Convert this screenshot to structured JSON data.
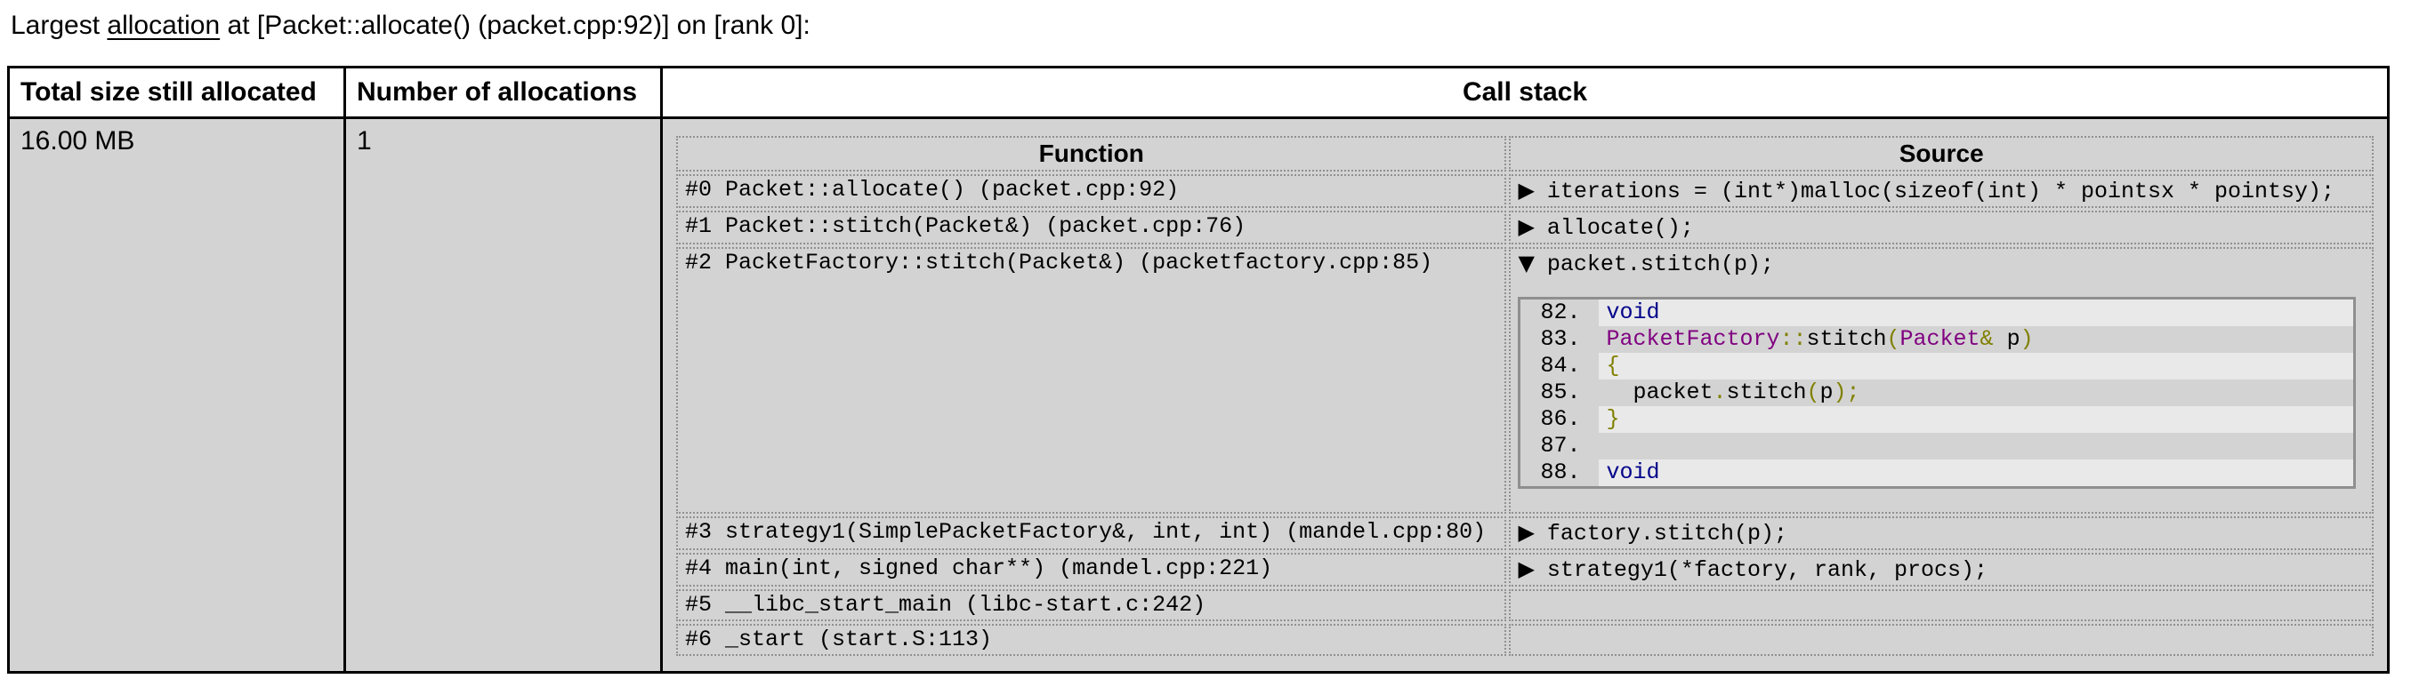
{
  "page": {
    "title_prefix": "Largest ",
    "title_link": "allocation",
    "title_suffix": " at [Packet::allocate() (packet.cpp:92)] on [rank 0]:"
  },
  "summary_table": {
    "headers": [
      "Total size still allocated",
      "Number of allocations",
      "Call stack"
    ],
    "total_size": "16.00 MB",
    "num_allocations": "1"
  },
  "callstack": {
    "columns": [
      "Function",
      "Source"
    ],
    "expander_icons": {
      "collapsed": "▶",
      "expanded": "▼"
    },
    "frames": [
      {
        "function": "#0 Packet::allocate() (packet.cpp:92)",
        "source": "iterations = (int*)malloc(sizeof(int) * pointsx * pointsy);",
        "expander": "collapsed",
        "has_code": false
      },
      {
        "function": "#1 Packet::stitch(Packet&) (packet.cpp:76)",
        "source": "allocate();",
        "expander": "collapsed",
        "has_code": false
      },
      {
        "function": "#2 PacketFactory::stitch(Packet&) (packetfactory.cpp:85)",
        "source": "packet.stitch(p);",
        "expander": "expanded",
        "has_code": true
      },
      {
        "function": "#3 strategy1(SimplePacketFactory&, int, int) (mandel.cpp:80)",
        "source": "factory.stitch(p);",
        "expander": "collapsed",
        "has_code": false
      },
      {
        "function": "#4 main(int, signed char**) (mandel.cpp:221)",
        "source": "strategy1(*factory, rank, procs);",
        "expander": "collapsed",
        "has_code": false
      },
      {
        "function": "#5 __libc_start_main (libc-start.c:242)",
        "source": "",
        "expander": "none",
        "has_code": false
      },
      {
        "function": "#6 _start (start.S:113)",
        "source": "",
        "expander": "none",
        "has_code": false
      }
    ]
  },
  "code_block": {
    "lines": [
      {
        "num": "82.",
        "shade": "light",
        "tokens": [
          {
            "text": "void",
            "color": "keyword"
          }
        ]
      },
      {
        "num": "83.",
        "shade": "dark",
        "tokens": [
          {
            "text": "PacketFactory",
            "color": "type"
          },
          {
            "text": "::",
            "color": "punctuation"
          },
          {
            "text": "stitch",
            "color": "plain"
          },
          {
            "text": "(",
            "color": "punctuation"
          },
          {
            "text": "Packet",
            "color": "type"
          },
          {
            "text": "&",
            "color": "punctuation"
          },
          {
            "text": " p",
            "color": "plain"
          },
          {
            "text": ")",
            "color": "punctuation"
          }
        ]
      },
      {
        "num": "84.",
        "shade": "light",
        "tokens": [
          {
            "text": "{",
            "color": "punctuation"
          }
        ]
      },
      {
        "num": "85.",
        "shade": "dark",
        "tokens": [
          {
            "text": "  packet",
            "color": "plain"
          },
          {
            "text": ".",
            "color": "punctuation"
          },
          {
            "text": "stitch",
            "color": "plain"
          },
          {
            "text": "(",
            "color": "punctuation"
          },
          {
            "text": "p",
            "color": "plain"
          },
          {
            "text": ");",
            "color": "punctuation"
          }
        ]
      },
      {
        "num": "86.",
        "shade": "light",
        "tokens": [
          {
            "text": "}",
            "color": "punctuation"
          }
        ]
      },
      {
        "num": "87.",
        "shade": "dark",
        "tokens": []
      },
      {
        "num": "88.",
        "shade": "light",
        "tokens": [
          {
            "text": "void",
            "color": "keyword"
          }
        ]
      }
    ]
  },
  "colors": {
    "keyword": "#00008b",
    "type": "#800080",
    "punctuation": "#808000",
    "plain": "#000000",
    "cell_bg": "#d3d3d3",
    "code_light": "#e9e9e9",
    "code_dark": "#d3d3d3"
  }
}
